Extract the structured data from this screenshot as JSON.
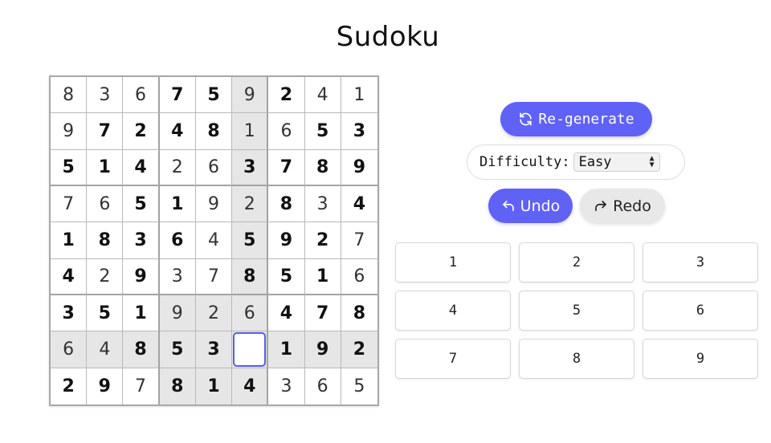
{
  "title": "Sudoku",
  "board": [
    [
      8,
      3,
      6,
      7,
      5,
      9,
      2,
      4,
      1
    ],
    [
      9,
      7,
      2,
      4,
      8,
      1,
      6,
      5,
      3
    ],
    [
      5,
      1,
      4,
      2,
      6,
      3,
      7,
      8,
      9
    ],
    [
      7,
      6,
      5,
      1,
      9,
      2,
      8,
      3,
      4
    ],
    [
      1,
      8,
      3,
      6,
      4,
      5,
      9,
      2,
      7
    ],
    [
      4,
      2,
      9,
      3,
      7,
      8,
      5,
      1,
      6
    ],
    [
      3,
      5,
      1,
      9,
      2,
      6,
      4,
      7,
      8
    ],
    [
      6,
      4,
      8,
      5,
      3,
      null,
      1,
      9,
      2
    ],
    [
      2,
      9,
      7,
      8,
      1,
      4,
      3,
      6,
      5
    ]
  ],
  "bold_mask": [
    [
      0,
      0,
      0,
      1,
      1,
      0,
      1,
      0,
      0
    ],
    [
      0,
      1,
      1,
      1,
      1,
      0,
      0,
      1,
      1
    ],
    [
      1,
      1,
      1,
      0,
      0,
      1,
      1,
      1,
      1
    ],
    [
      0,
      0,
      1,
      1,
      0,
      0,
      1,
      0,
      1
    ],
    [
      1,
      1,
      1,
      1,
      0,
      1,
      1,
      1,
      0
    ],
    [
      1,
      0,
      1,
      0,
      0,
      1,
      1,
      1,
      0
    ],
    [
      1,
      1,
      1,
      0,
      0,
      0,
      1,
      1,
      1
    ],
    [
      0,
      0,
      1,
      1,
      1,
      0,
      1,
      1,
      1
    ],
    [
      1,
      1,
      0,
      1,
      1,
      1,
      0,
      0,
      0
    ]
  ],
  "selected_cell": {
    "row": 7,
    "col": 5
  },
  "controls": {
    "regenerate_label": "Re-generate",
    "difficulty_label": "Difficulty:",
    "difficulty_value": "Easy",
    "undo_label": "Undo",
    "redo_label": "Redo"
  },
  "numpad": [
    "1",
    "2",
    "3",
    "4",
    "5",
    "6",
    "7",
    "8",
    "9"
  ],
  "colors": {
    "accent": "#6061f5",
    "highlight": "#e6e6e6",
    "secondary_button": "#e8e8e8"
  }
}
